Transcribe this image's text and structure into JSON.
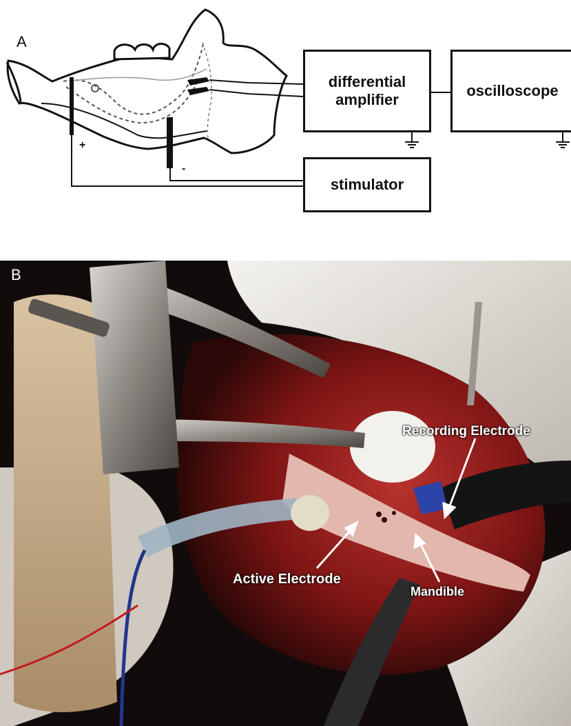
{
  "panel_a": {
    "letter": "A",
    "boxes": {
      "amplifier": "differential\namplifier",
      "oscilloscope": "oscilloscope",
      "stimulator": "stimulator"
    },
    "electrode_signs": {
      "positive": "+",
      "negative": "-"
    }
  },
  "panel_b": {
    "letter": "B",
    "labels": {
      "recording_electrode": "Recording Electrode",
      "active_electrode": "Active Electrode",
      "mandible": "Mandible"
    }
  },
  "colors": {
    "line": "#111111",
    "label_text": "#ffffff",
    "tissue_red": "#9a1c1c",
    "fur_white": "#e8e6e2"
  }
}
